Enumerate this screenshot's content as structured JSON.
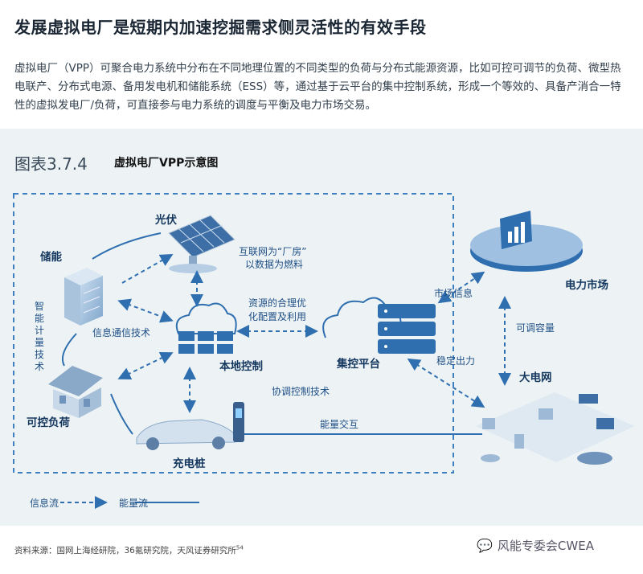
{
  "headline": "发展虚拟电厂是短期内加速挖掘需求侧灵活性的有效手段",
  "intro": "虚拟电厂（VPP）可聚合电力系统中分布在不同地理位置的不同类型的负荷与分布式能源资源，比如可控可调节的负荷、微型热电联产、分布式电源、备用发电机和储能系统（ESS）等，通过基于云平台的集中控制系统，形成一个等效的、具备产消合一特性的虚拟发电厂/负荷，可直接参与电力系统的调度与平衡及电力市场交易。",
  "figure": {
    "number": "图表3.7.4",
    "title": "虚拟电厂VPP示意图"
  },
  "diagram": {
    "nodes": {
      "solar": "光伏",
      "storage": "储能",
      "smart_meter": "智能计量技术",
      "load": "可控负荷",
      "charger": "充电桩",
      "local": "本地控制",
      "central": "集控平台",
      "market": "电力市场",
      "grid": "大电网"
    },
    "labels": {
      "internet_factory": "互联网为“厂房”",
      "data_fuel": "以数据为燃料",
      "resource_1": "资源的合理优",
      "resource_2": "化配置及利用",
      "info_comm": "信息通信技术",
      "coord": "协调控制技术",
      "energy_exchange": "能量交互",
      "market_info": "市场信息",
      "stable_output": "稳定出力",
      "adjustable": "可调容量"
    },
    "legend": {
      "info_flow": "信息流",
      "energy_flow": "能量流"
    },
    "colors": {
      "line": "#2f6fb0",
      "icon_fill": "#7fa6cc",
      "dash_border": "#3d7fc0"
    }
  },
  "source": "资料来源：国网上海经研院，36氪研究院，天风证券研究所",
  "source_note": "54",
  "watermark": "风能专委会CWEA"
}
